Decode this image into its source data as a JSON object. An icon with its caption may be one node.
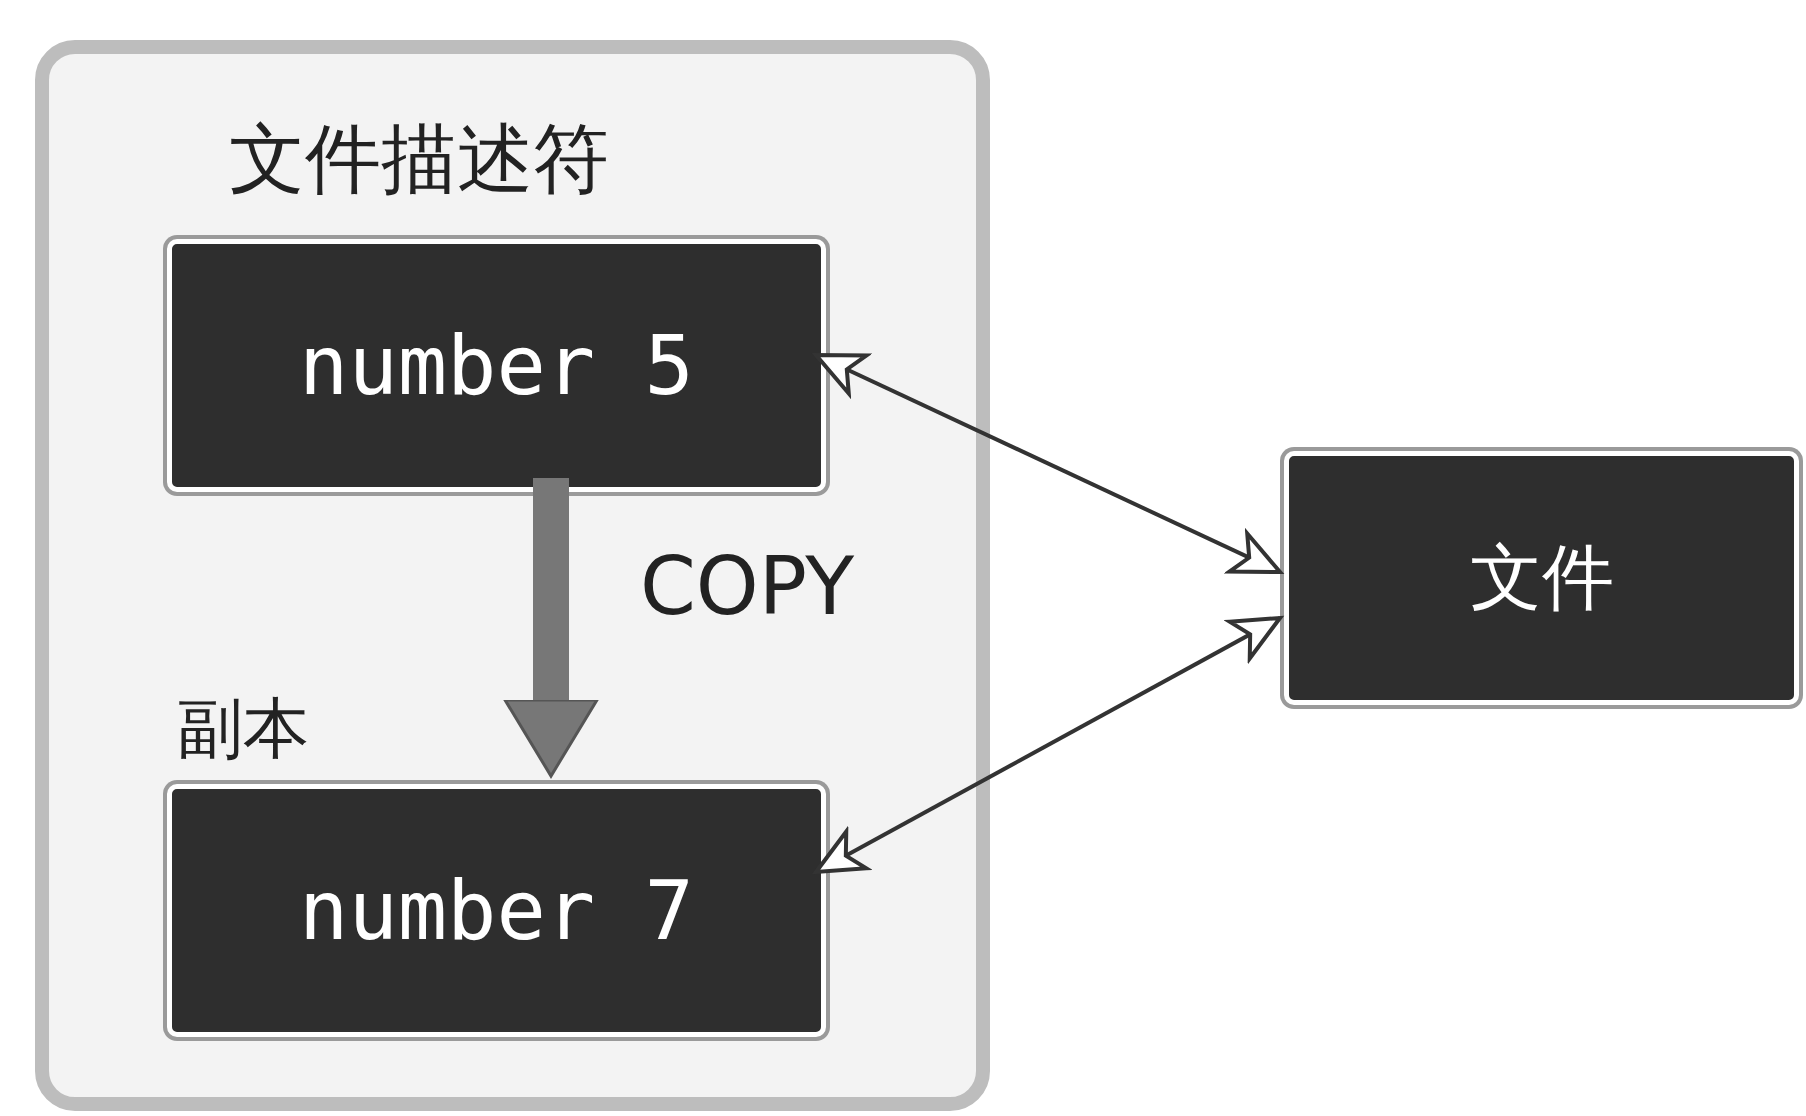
{
  "diagram": {
    "nodes": [
      {
        "text": [
          "文件描述符"
        ]
      },
      {
        "text": [
          "number 5"
        ],
        "in": 0
      },
      {
        "text": [
          "number 7"
        ],
        "in": 0,
        "beside": [
          "副本"
        ]
      },
      {
        "text": [
          "文件"
        ]
      }
    ],
    "edges": [
      {
        "from": 1,
        "to": 2,
        "arrow": "to",
        "label": "COPY",
        "style": "thick",
        "color": "#777777"
      },
      {
        "from": 1,
        "to": 3,
        "arrow": "both"
      },
      {
        "from": 2,
        "to": 3,
        "arrow": "both"
      }
    ]
  }
}
